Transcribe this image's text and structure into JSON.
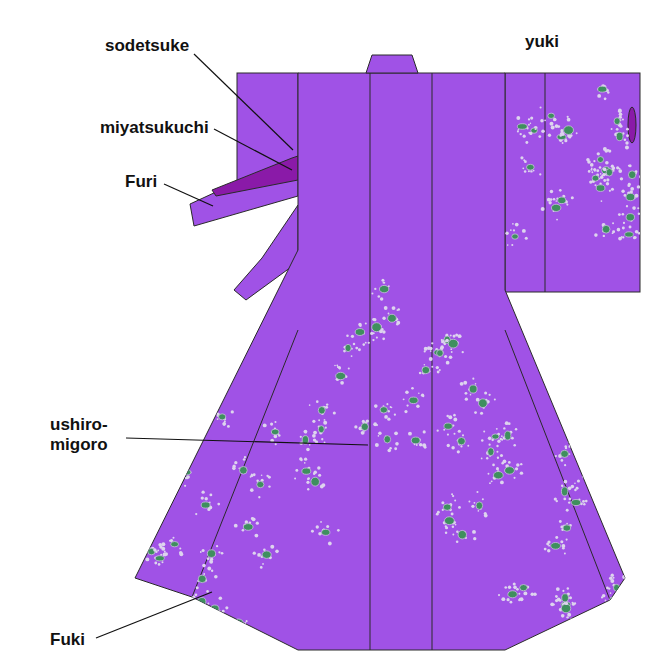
{
  "diagram": {
    "labels": [
      "sodetsuke",
      "yuki",
      "miyatsukuchi",
      "Furi",
      "ushiro- migoro",
      "Fuki"
    ]
  }
}
